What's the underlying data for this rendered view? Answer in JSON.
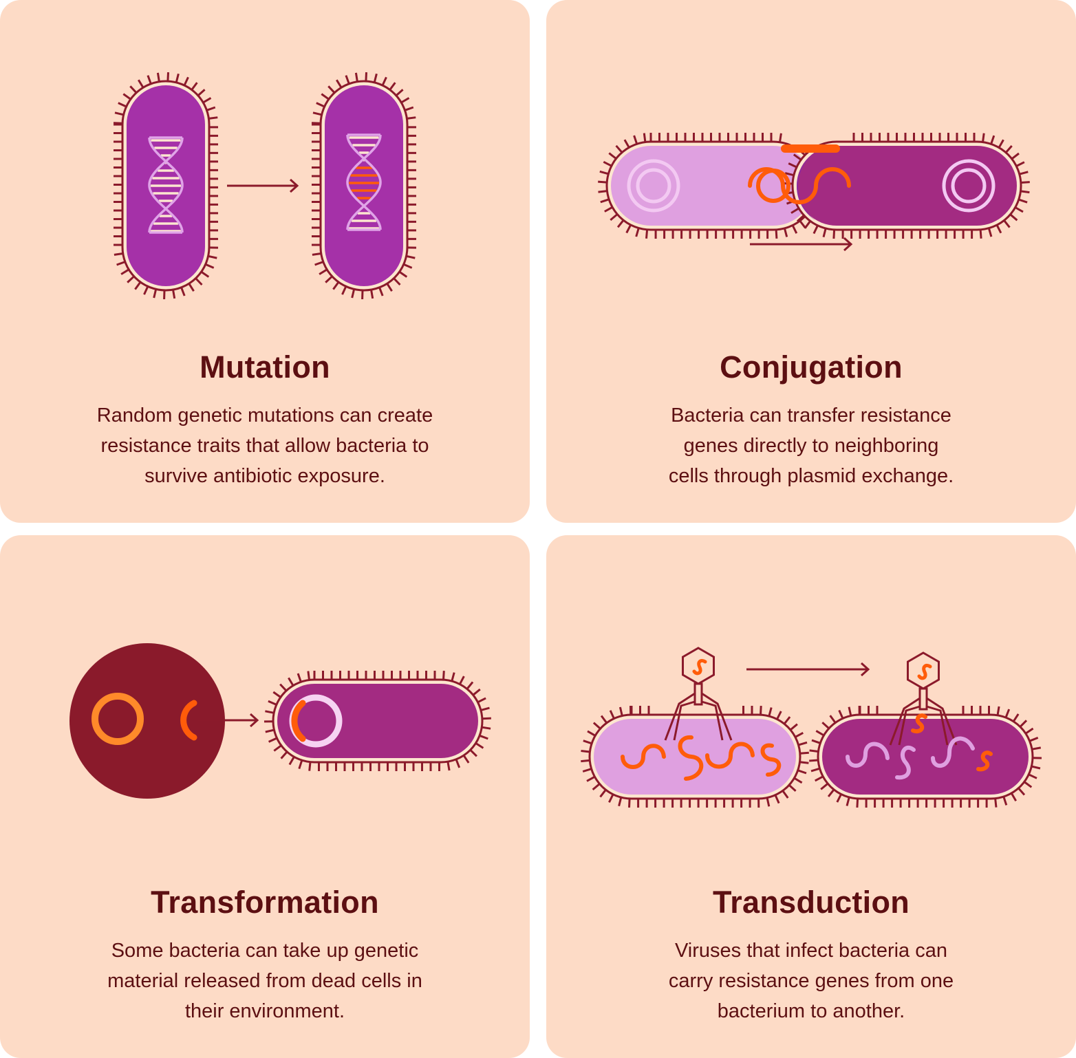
{
  "colors": {
    "card_bg": "#FDDBC6",
    "text": "#5C0F12",
    "outline": "#8B1A2B",
    "cream": "#FCE6CF",
    "purple": "#A531A8",
    "magenta": "#A32B82",
    "lilac": "#DFA0E0",
    "orange": "#FF5C0A",
    "dead_cell": "#8A1A2B"
  },
  "cards": [
    {
      "title": "Mutation",
      "lines": [
        "Random genetic mutations can create",
        "resistance traits that allow bacteria to",
        "survive antibiotic exposure."
      ]
    },
    {
      "title": "Conjugation",
      "lines": [
        "Bacteria can transfer resistance",
        "genes directly to neighboring",
        "cells through plasmid exchange."
      ]
    },
    {
      "title": "Transformation",
      "lines": [
        "Some bacteria can take up genetic",
        "material released from dead cells in",
        "their environment."
      ]
    },
    {
      "title": "Transduction",
      "lines": [
        "Viruses that infect bacteria can",
        "carry resistance genes from one",
        "bacterium to another."
      ]
    }
  ]
}
